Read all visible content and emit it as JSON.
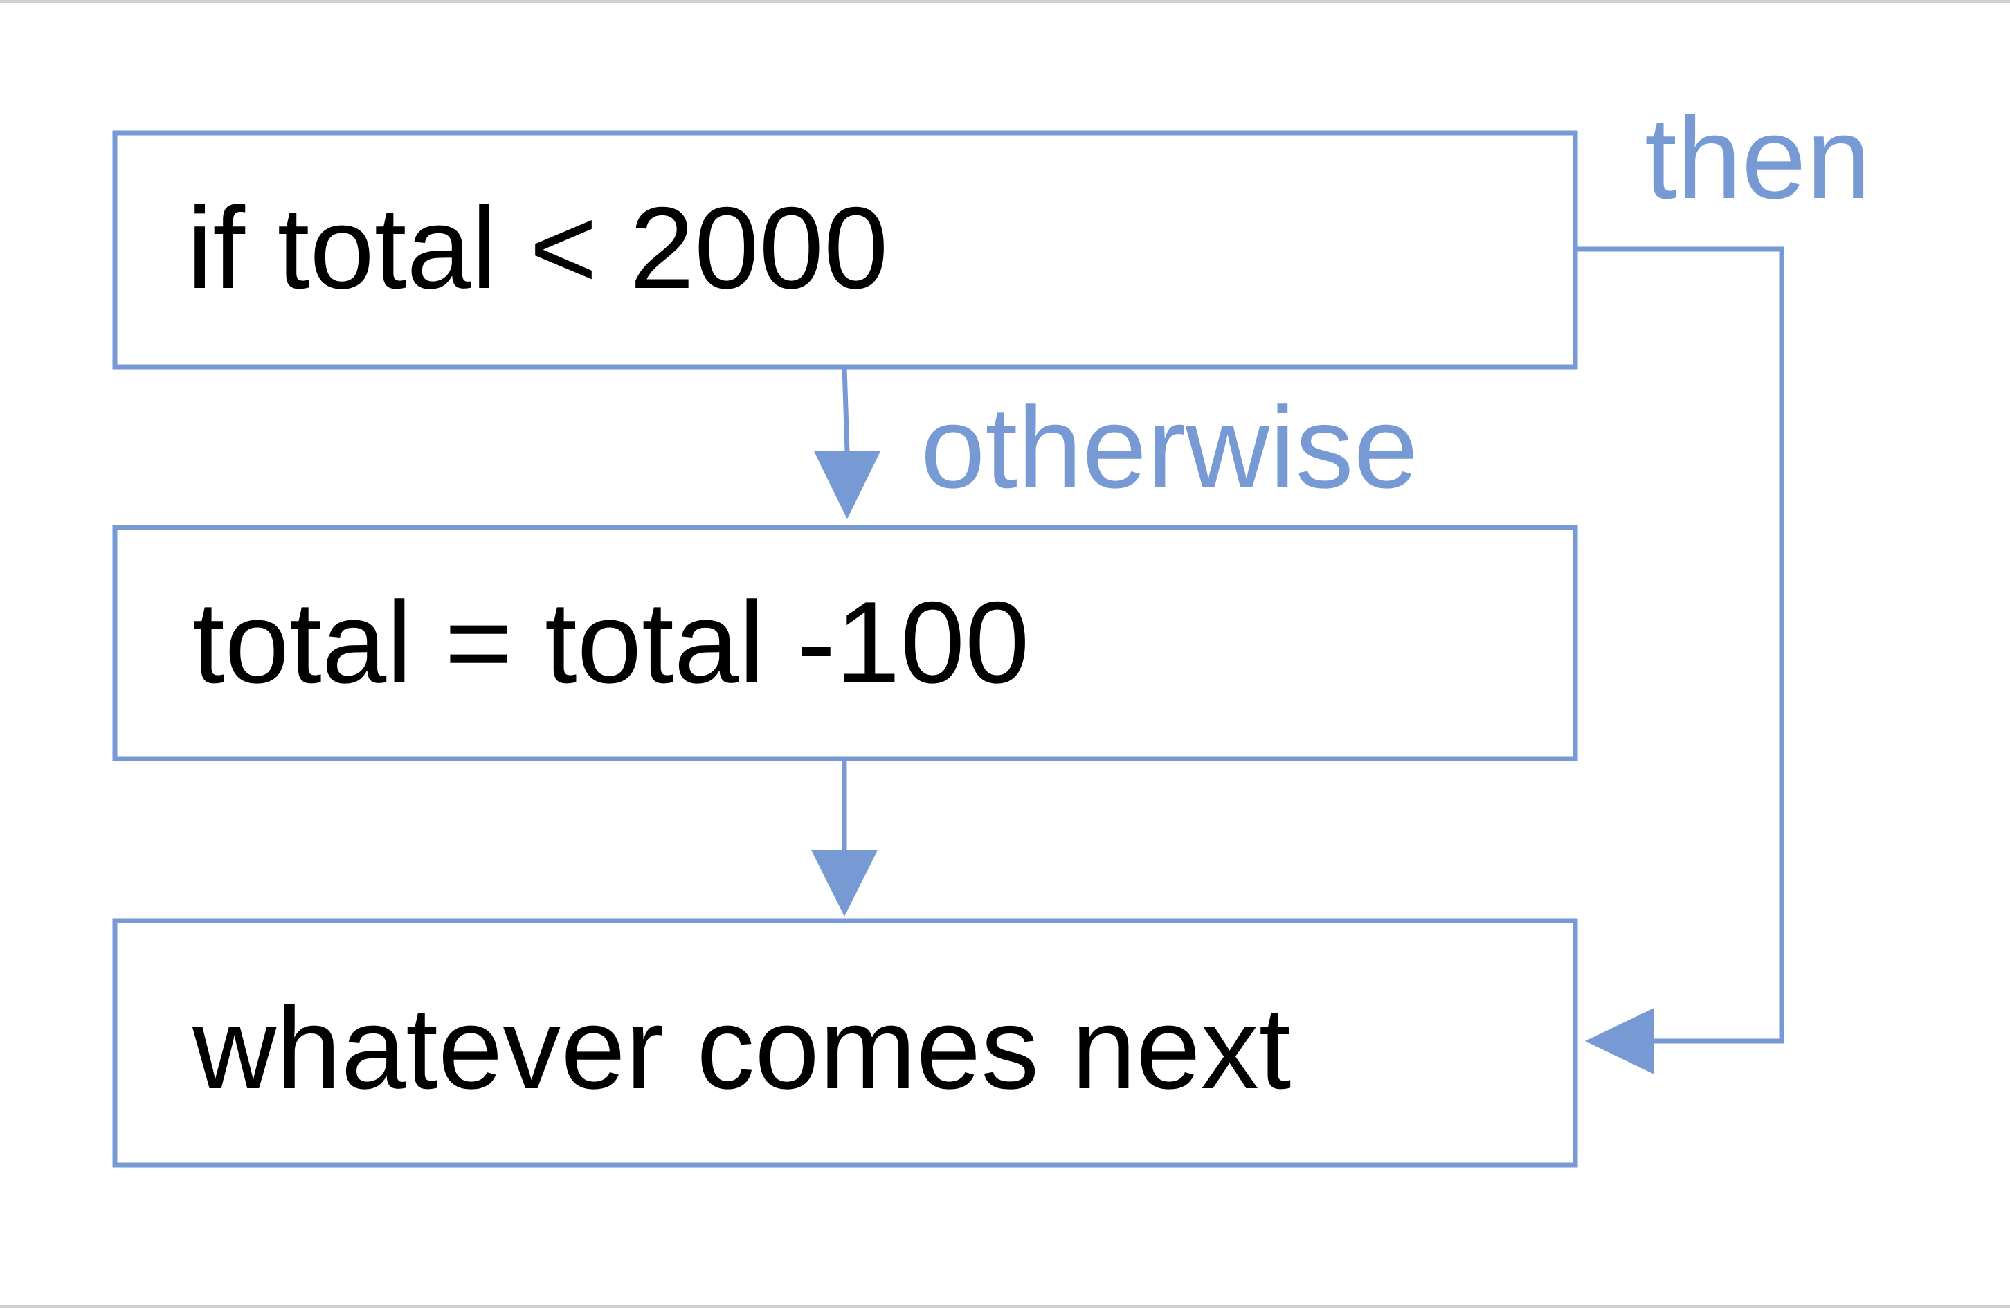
{
  "diagram": {
    "colors": {
      "stroke": "#779ad5",
      "edge_label": "#779ad5",
      "text": "#000000",
      "background": "#ffffff"
    },
    "nodes": [
      {
        "id": "condition",
        "label": "if total < 2000"
      },
      {
        "id": "action",
        "label": "total = total -100"
      },
      {
        "id": "next",
        "label": "whatever comes next"
      }
    ],
    "edges": [
      {
        "from": "condition",
        "to": "action",
        "label": "otherwise"
      },
      {
        "from": "action",
        "to": "next",
        "label": ""
      },
      {
        "from": "condition",
        "to": "next",
        "label": "then"
      }
    ]
  }
}
